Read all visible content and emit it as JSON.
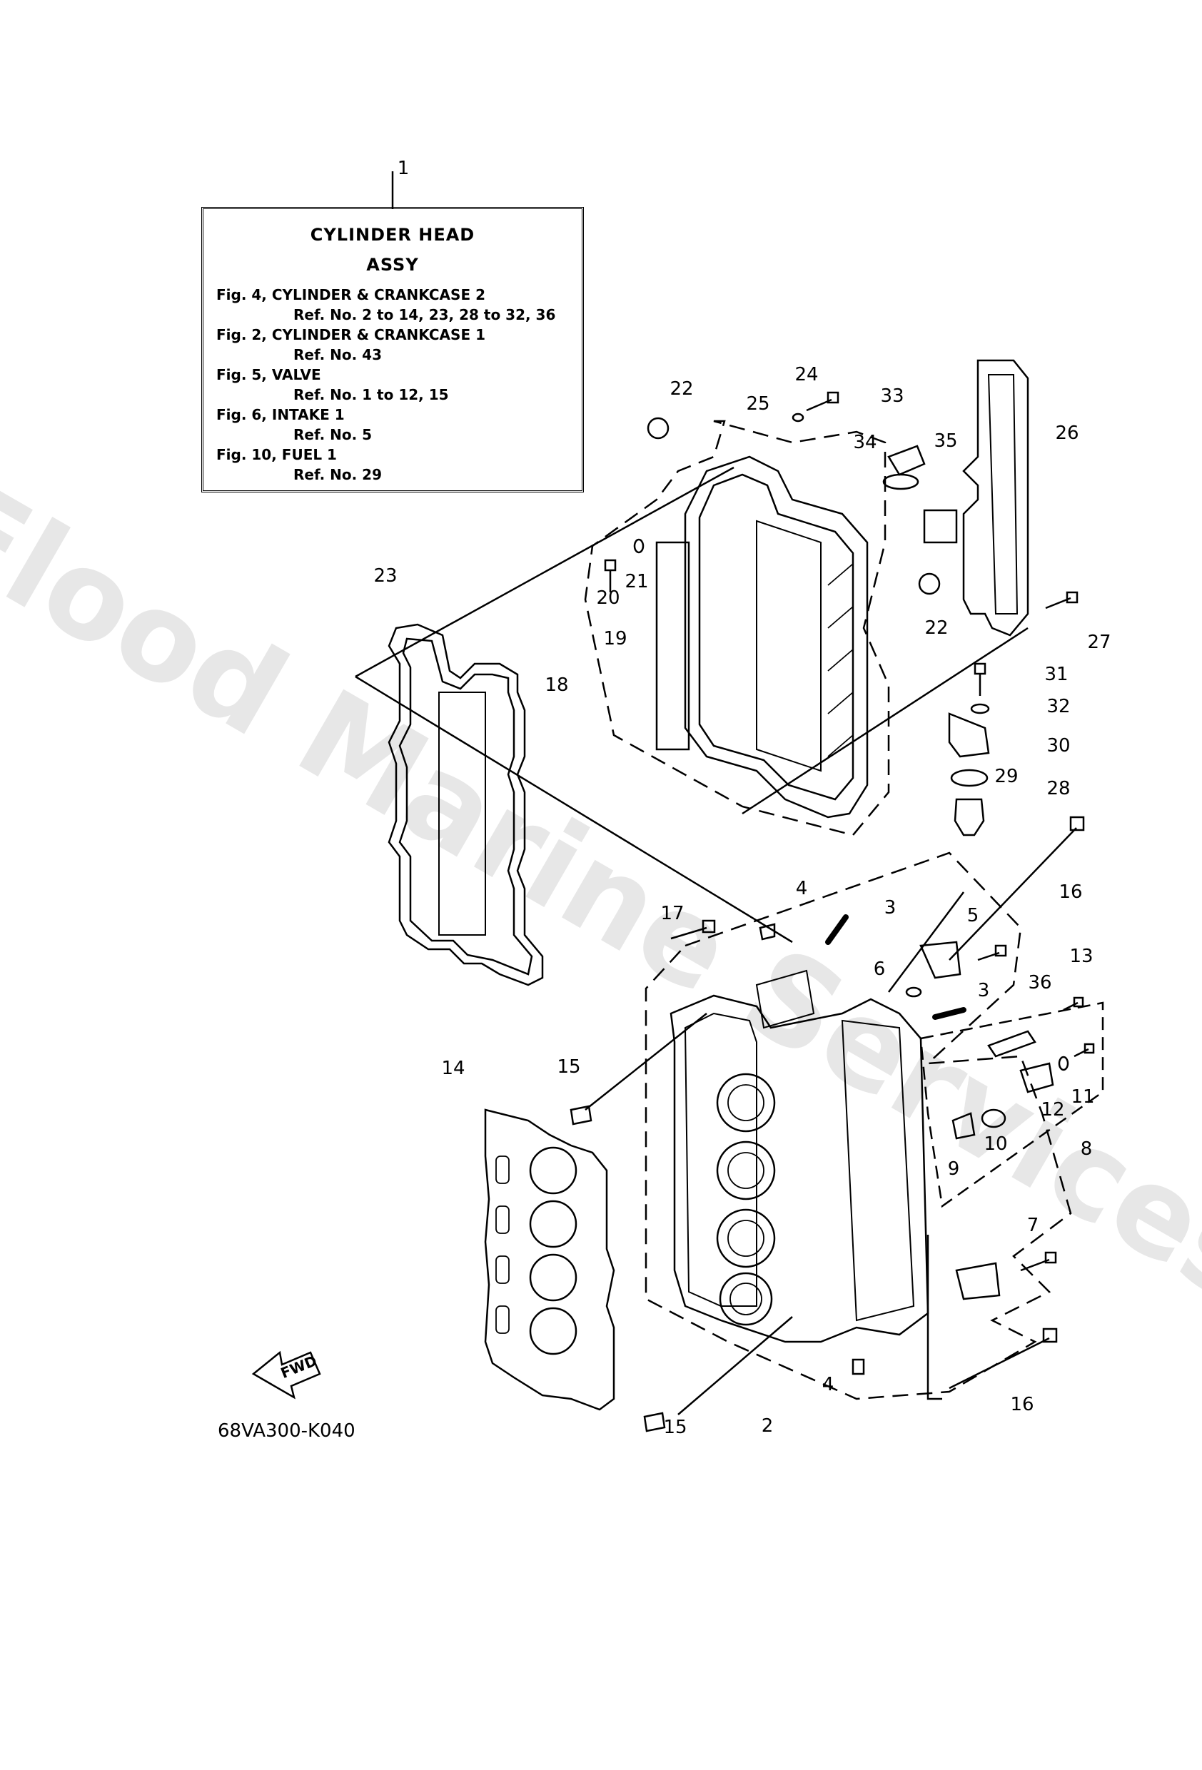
{
  "info_box": {
    "ref_number": "1",
    "title_line1": "CYLINDER HEAD",
    "title_line2": "ASSY",
    "lines": [
      {
        "text": "Fig. 4, CYLINDER & CRANKCASE 2",
        "indent": false
      },
      {
        "text": "Ref. No. 2 to 14, 23, 28 to 32, 36",
        "indent": true
      },
      {
        "text": "Fig. 2, CYLINDER & CRANKCASE 1",
        "indent": false
      },
      {
        "text": "Ref. No. 43",
        "indent": true
      },
      {
        "text": "Fig. 5, VALVE",
        "indent": false
      },
      {
        "text": "Ref. No. 1 to 12, 15",
        "indent": true
      },
      {
        "text": "Fig. 6, INTAKE 1",
        "indent": false
      },
      {
        "text": "Ref. No. 5",
        "indent": true
      },
      {
        "text": "Fig. 10, FUEL 1",
        "indent": false
      },
      {
        "text": "Ref. No. 29",
        "indent": true
      }
    ]
  },
  "callouts": [
    "22",
    "24",
    "25",
    "33",
    "34",
    "35",
    "26",
    "20",
    "21",
    "22",
    "27",
    "23",
    "19",
    "18",
    "31",
    "32",
    "30",
    "29",
    "28",
    "16",
    "17",
    "4",
    "3",
    "5",
    "6",
    "13",
    "3",
    "36",
    "11",
    "12",
    "14",
    "15",
    "8",
    "9",
    "10",
    "7",
    "4",
    "2",
    "15",
    "16"
  ],
  "fwd_label": "FWD",
  "diagram_code": "68VA300-K040",
  "watermark_text": "Flood Marine Services"
}
